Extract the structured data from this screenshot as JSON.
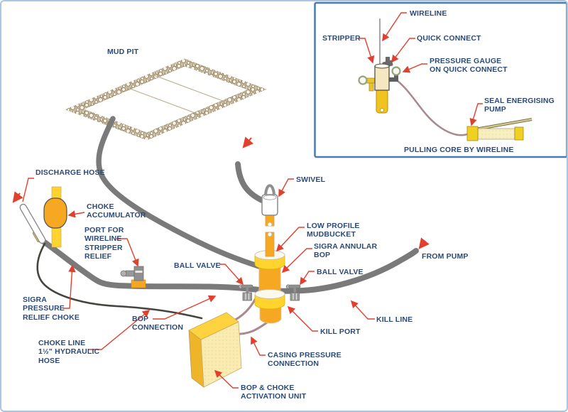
{
  "labels": {
    "mud_pit": "MUD PIT",
    "discharge_hose": "DISCHARGE HOSE",
    "choke_accumulator": "CHOKE\nACCUMULATOR",
    "port_for_wireline_stripper_relief": "PORT FOR\nWIRELINE\nSTRIPPER\nRELIEF",
    "ball_valve_left": "BALL VALVE",
    "ball_valve_right": "BALL VALVE",
    "swivel": "SWIVEL",
    "low_profile_mudbucket": "LOW PROFILE\nMUDBUCKET",
    "sigra_annular_bop": "SIGRA ANNULAR\nBOP",
    "from_pump": "FROM PUMP",
    "kill_line": "KILL LINE",
    "kill_port": "KILL PORT",
    "casing_pressure_connection": "CASING PRESSURE\nCONNECTION",
    "bop_choke_activation_unit": "BOP & CHOKE\nACTIVATION UNIT",
    "bop_connection": "BOP\nCONNECTION",
    "sigra_pressure_relief_choke": "SIGRA\nPRESSURE\nRELIEF CHOKE",
    "choke_line_hydraulic_hose": "CHOKE LINE\n1½\" HYDRAULIC\nHOSE"
  },
  "inset": {
    "labels": {
      "wireline": "WIRELINE",
      "stripper": "STRIPPER",
      "quick_connect": "QUICK CONNECT",
      "pressure_gauge_on_quick_connect": "PRESSURE GAUGE\nON QUICK CONNECT",
      "seal_energising_pump": "SEAL ENERGISING\nPUMP"
    },
    "caption": "PULLING CORE BY WIRELINE"
  },
  "colors": {
    "label_navy": "#2b4a77",
    "leader_red": "#e2402f",
    "equipment_orange": "#f7a823",
    "equipment_yellow": "#ffd42e",
    "panel_cream": "#faebb0",
    "hose_grey": "#7a7a7a",
    "choke_hose_black": "#45443e",
    "hydraulic_mauve": "#a9898e",
    "gravel_tan": "#9c8c6d",
    "outer_frame_blue": "#a9c7e3",
    "inset_border_blue": "#4a7ab5"
  }
}
